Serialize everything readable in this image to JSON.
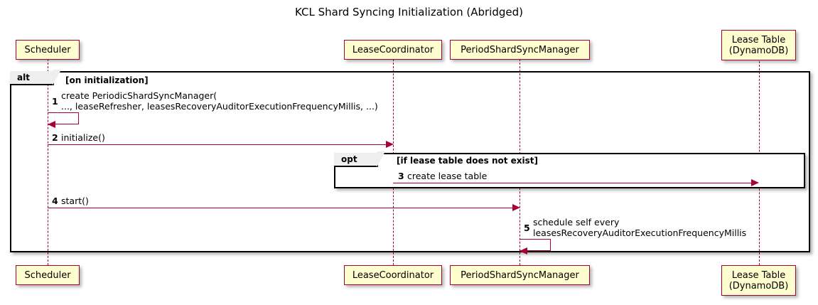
{
  "diagram": {
    "title": "KCL Shard Syncing Initialization (Abridged)",
    "type": "uml-sequence-diagram",
    "colors": {
      "participant_fill": "#FEFECE",
      "participant_border": "#A80036",
      "arrow": "#A80036",
      "frame_border": "#000000",
      "frame_label_fill": "#EEEEEE",
      "background": "#FFFFFF",
      "text": "#000000"
    }
  },
  "participants": [
    {
      "id": "scheduler",
      "label": "Scheduler"
    },
    {
      "id": "lease_coordinator",
      "label": "LeaseCoordinator"
    },
    {
      "id": "period_shard_sync_manager",
      "label": "PeriodShardSyncManager"
    },
    {
      "id": "lease_table",
      "label": "Lease Table\n(DynamoDB)"
    }
  ],
  "fragments": [
    {
      "id": "alt",
      "operator": "alt",
      "guard": "[on initialization]"
    },
    {
      "id": "opt",
      "operator": "opt",
      "guard": "[if lease table does not exist]"
    }
  ],
  "messages": [
    {
      "number": "1",
      "from": "scheduler",
      "to": "scheduler",
      "kind": "self-call",
      "label": "create PeriodicShardSyncManager(\n   ..., leaseRefresher, leasesRecoveryAuditorExecutionFrequencyMillis, ...)"
    },
    {
      "number": "2",
      "from": "scheduler",
      "to": "lease_coordinator",
      "kind": "call",
      "label": "initialize()"
    },
    {
      "number": "3",
      "from": "lease_coordinator",
      "to": "lease_table",
      "kind": "call",
      "label": "create lease table"
    },
    {
      "number": "4",
      "from": "scheduler",
      "to": "period_shard_sync_manager",
      "kind": "call",
      "label": "start()"
    },
    {
      "number": "5",
      "from": "period_shard_sync_manager",
      "to": "period_shard_sync_manager",
      "kind": "self-call",
      "label": "schedule self every\n   leasesRecoveryAuditorExecutionFrequencyMillis"
    }
  ]
}
